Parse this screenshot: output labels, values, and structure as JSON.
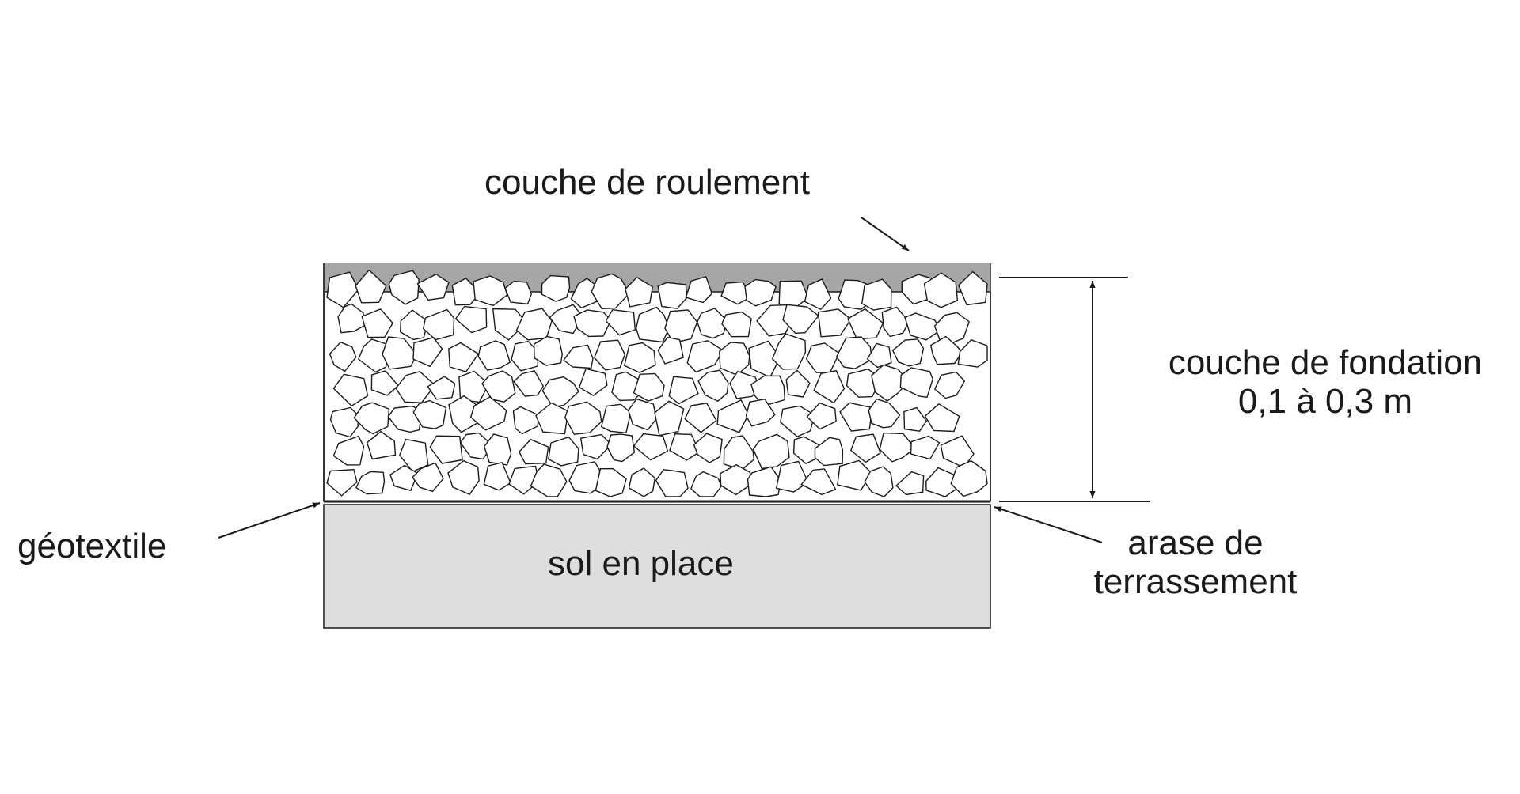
{
  "diagram": {
    "labels": {
      "couche_roulement": "couche de roulement",
      "couche_fondation": "couche de fondation",
      "epaisseur_fondation": "0,1 à 0,3 m",
      "geotextile": "géotextile",
      "sol_en_place": "sol en place",
      "arase_line1": "arase de",
      "arase_line2": "terrassement"
    },
    "colors": {
      "couche_roulement": "#a6a6a6",
      "sol_en_place": "#dedede",
      "fondation_fill": "#ffffff",
      "stone_fill": "#ffffff",
      "stroke": "#1a1a1a"
    }
  }
}
